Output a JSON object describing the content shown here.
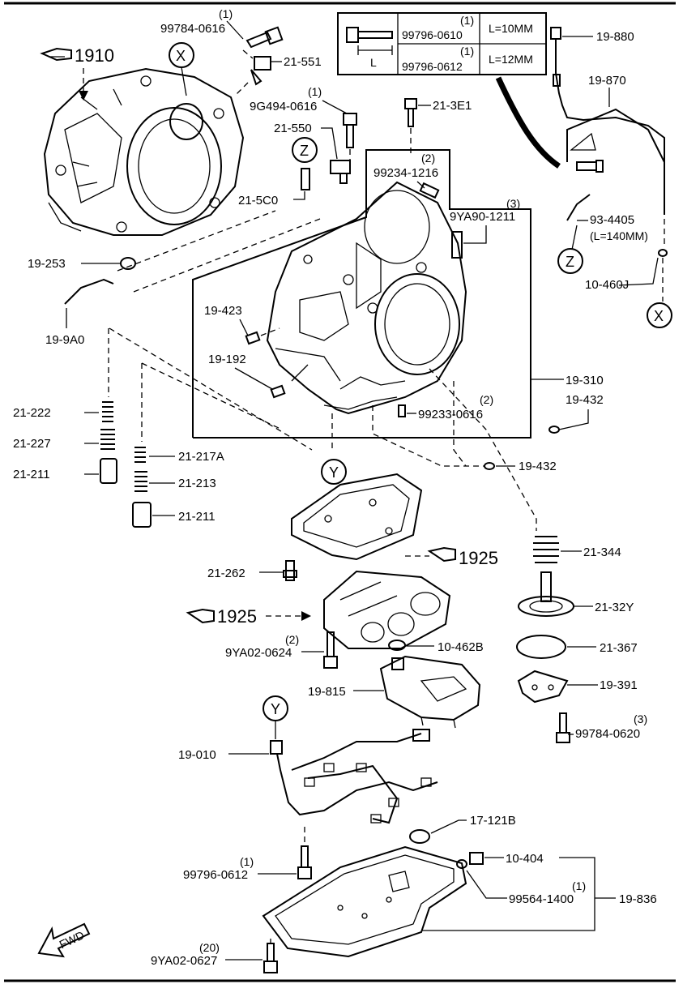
{
  "refs": {
    "ref1910": "1910",
    "ref1925a": "1925",
    "ref1925b": "1925"
  },
  "markers": {
    "x1": "X",
    "x2": "X",
    "z1": "Z",
    "z2": "Z",
    "y1": "Y",
    "y2": "Y"
  },
  "bolt_table": {
    "l_label": "L",
    "rows": [
      {
        "qty": "(1)",
        "part": "99796-0610",
        "length": "L=10MM"
      },
      {
        "qty": "(1)",
        "part": "99796-0612",
        "length": "L=12MM"
      }
    ]
  },
  "parts": {
    "p99784_0616": {
      "qty": "(1)",
      "num": "99784-0616"
    },
    "p21_551": "21-551",
    "p9G494_0616": {
      "qty": "(1)",
      "num": "9G494-0616"
    },
    "p21_3E1": "21-3E1",
    "p21_550": "21-550",
    "p99234_1216": {
      "qty": "(2)",
      "num": "99234-1216"
    },
    "p9YA90_1211": {
      "qty": "(3)",
      "num": "9YA90-1211"
    },
    "p21_5C0": "21-5C0",
    "p19_880": "19-880",
    "p19_870": "19-870",
    "p93_4405": {
      "num": "93-4405",
      "note": "(L=140MM)"
    },
    "p10_460J": "10-460J",
    "p19_253": "19-253",
    "p19_9A0": "19-9A0",
    "p19_423": "19-423",
    "p19_192": "19-192",
    "p19_310": "19-310",
    "p19_432a": "19-432",
    "p99233_0616": {
      "qty": "(2)",
      "num": "99233-0616"
    },
    "p19_432b": "19-432",
    "p21_222": "21-222",
    "p21_227": "21-227",
    "p21_211a": "21-211",
    "p21_217A": "21-217A",
    "p21_213": "21-213",
    "p21_211b": "21-211",
    "p21_344": "21-344",
    "p21_262": "21-262",
    "p21_32Y": "21-32Y",
    "p9YA02_0624": {
      "qty": "(2)",
      "num": "9YA02-0624"
    },
    "p10_462B": "10-462B",
    "p21_367": "21-367",
    "p19_815": "19-815",
    "p19_391": "19-391",
    "p99784_0620": {
      "qty": "(3)",
      "num": "99784-0620"
    },
    "p19_010": "19-010",
    "p17_121B": "17-121B",
    "p99796_0612": {
      "qty": "(1)",
      "num": "99796-0612"
    },
    "p10_404": "10-404",
    "p99564_1400": {
      "qty": "(1)",
      "num": "99564-1400"
    },
    "p19_836": "19-836",
    "p9YA02_0627": {
      "qty": "(20)",
      "num": "9YA02-0627"
    }
  },
  "fwd_label": "FWD",
  "icons": [
    "hand-pointer-icon",
    "fwd-arrow-icon"
  ]
}
